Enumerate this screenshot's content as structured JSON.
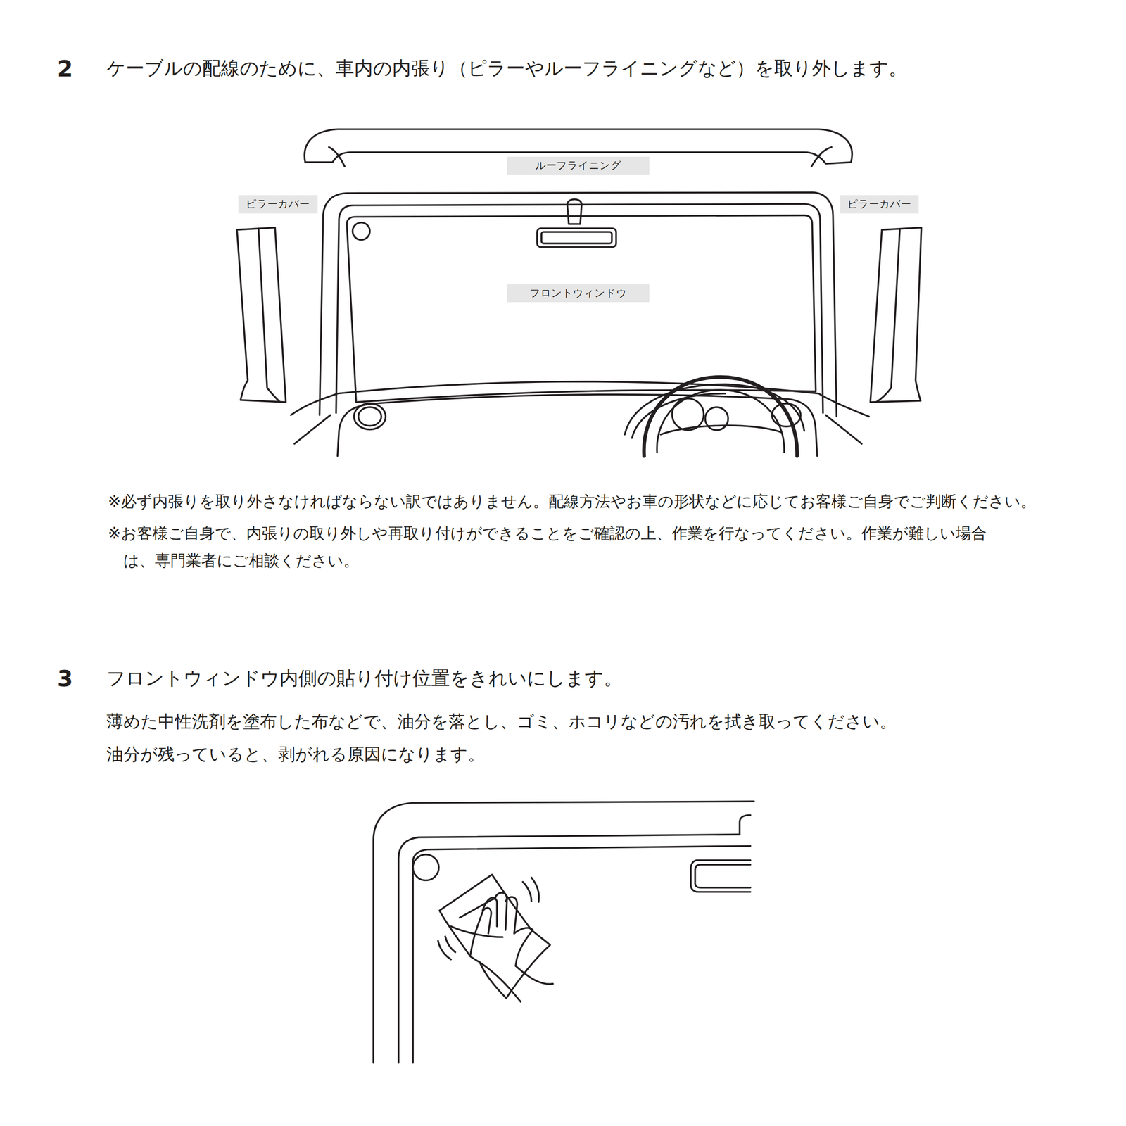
{
  "diagram": {
    "nodes": [
      {
        "text": [
          "ルーフライニング"
        ]
      },
      {
        "text": [
          "ピラーカバー"
        ]
      },
      {
        "text": [
          "ピラーカバー"
        ]
      },
      {
        "text": [
          "フロントウィンドウ"
        ]
      }
    ],
    "labels": [
      "2",
      "ケーブルの配線のために、車内の内張り（ピラーやルーフライニングなど）を取り外します。",
      "※必ず内張りを取り外さなければならない訳ではありません。配線方法やお車の形状などに応じてお客様ご自身でご判断ください。",
      "※お客様ご自身で、内張りの取り外しや再取り付けができることをご確認の上、作業を行なってください。作業が難しい場合は、専門業者にご相談ください。",
      "3",
      "フロントウィンドウ内側の貼り付け位置をきれいにします。",
      "薄めた中性洗剤を塗布した布などで、油分を落とし、ゴミ、ホコリなどの汚れを拭き取ってください。",
      "油分が残っていると、剥がれる原因になります。"
    ]
  }
}
